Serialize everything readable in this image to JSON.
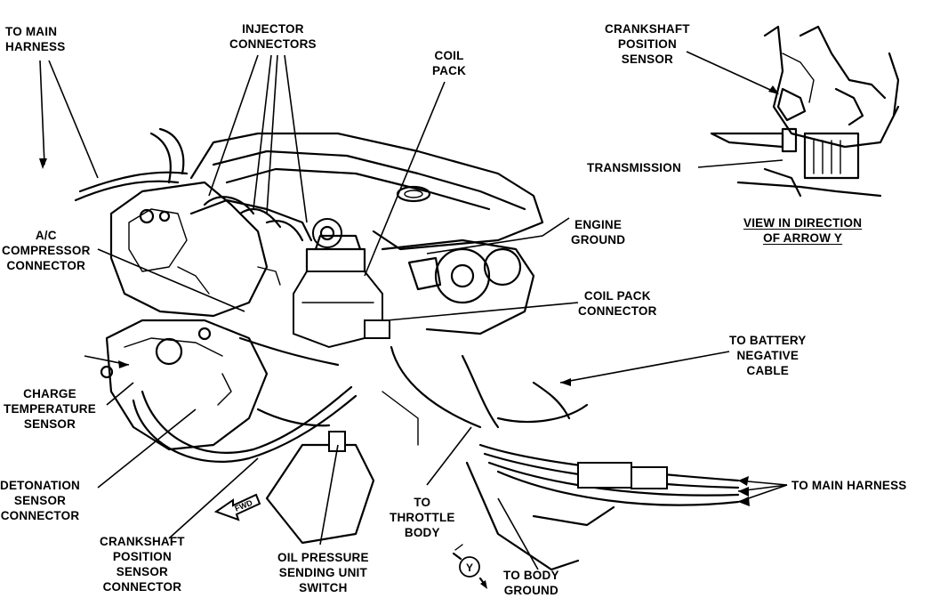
{
  "labels": {
    "to_main_harness_top": [
      "TO MAIN",
      "HARNESS"
    ],
    "injector_connectors": [
      "INJECTOR",
      "CONNECTORS"
    ],
    "coil_pack": [
      "COIL",
      "PACK"
    ],
    "crankshaft_position_sensor": [
      "CRANKSHAFT",
      "POSITION",
      "SENSOR"
    ],
    "transmission": "TRANSMISSION",
    "view_in_direction": [
      "VIEW IN DIRECTION",
      "OF ARROW Y"
    ],
    "engine_ground": [
      "ENGINE",
      "GROUND"
    ],
    "ac_compressor_connector": [
      "A/C",
      "COMPRESSOR",
      "CONNECTOR"
    ],
    "coil_pack_connector": [
      "COIL PACK",
      "CONNECTOR"
    ],
    "to_battery_negative_cable": [
      "TO BATTERY",
      "NEGATIVE",
      "CABLE"
    ],
    "charge_temperature_sensor": [
      "CHARGE",
      "TEMPERATURE",
      "SENSOR"
    ],
    "to_main_harness_right": "TO MAIN HARNESS",
    "detonation_sensor_connector": [
      "DETONATION",
      "SENSOR",
      "CONNECTOR"
    ],
    "to_throttle_body": [
      "TO",
      "THROTTLE",
      "BODY"
    ],
    "crankshaft_position_sensor_connector": [
      "CRANKSHAFT",
      "POSITION",
      "SENSOR",
      "CONNECTOR"
    ],
    "oil_pressure_sending_unit_switch": [
      "OIL PRESSURE",
      "SENDING UNIT",
      "SWITCH"
    ],
    "to_body_ground": [
      "TO BODY",
      "GROUND"
    ],
    "fwd_arrow": "FWD",
    "arrow_y": "Y"
  }
}
